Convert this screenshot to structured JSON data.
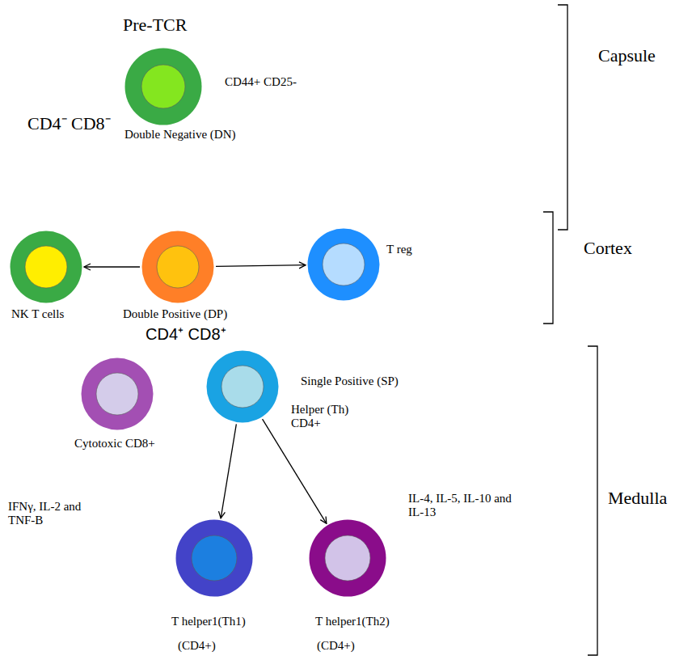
{
  "diagram": {
    "nodes": [
      {
        "text": [
          "Pre-TCR",
          "CD4⁻ CD8⁻",
          "CD44+ CD25-",
          "Double Negative (DN)"
        ]
      },
      {
        "text": [
          "NK T cells"
        ]
      },
      {
        "text": [
          "Double Positive (DP)",
          "CD4⁺ CD8⁺"
        ]
      },
      {
        "text": [
          "T reg"
        ]
      },
      {
        "text": [
          "Cytotoxic CD8+"
        ]
      },
      {
        "text": [
          "Single Positive (SP)",
          "Helper (Th) CD4+"
        ]
      },
      {
        "text": [
          "IFNγ, IL-2 and TNF-B",
          "T helper1(Th1)",
          "(CD4+)"
        ]
      },
      {
        "text": [
          "IL-4, IL-5, IL-10 and IL-13",
          "T helper1(Th2)",
          "(CD4+)"
        ]
      }
    ],
    "edges": [
      {
        "from": 2,
        "to": 1,
        "arrow": "to"
      },
      {
        "from": 2,
        "to": 3,
        "arrow": "to"
      },
      {
        "from": 5,
        "to": 6,
        "arrow": "to"
      },
      {
        "from": 5,
        "to": 7,
        "arrow": "to"
      }
    ],
    "labels": [
      "Capsule",
      "Cortex",
      "Medulla"
    ]
  }
}
